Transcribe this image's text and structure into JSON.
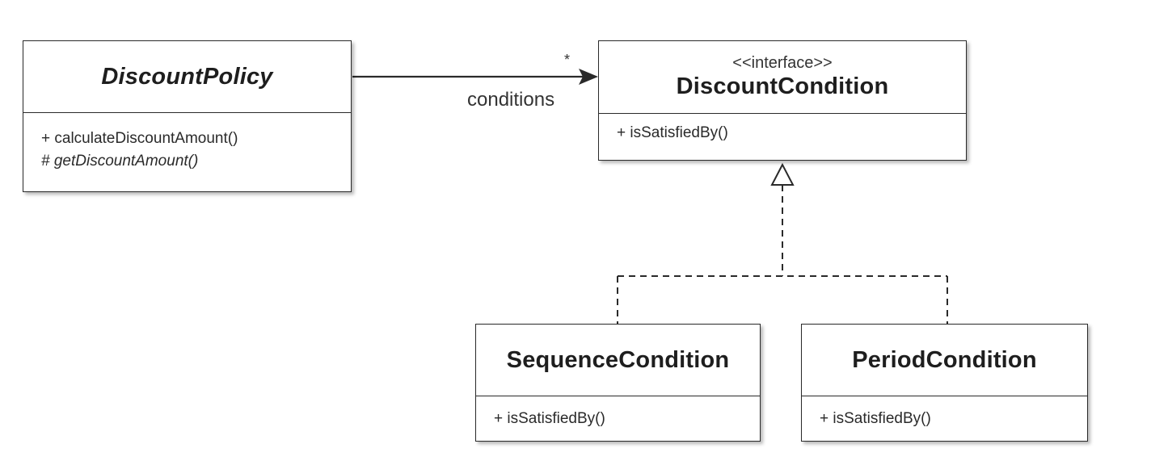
{
  "classes": {
    "discount_policy": {
      "name": "DiscountPolicy",
      "operations": [
        "+ calculateDiscountAmount()",
        "# getDiscountAmount()"
      ]
    },
    "discount_condition": {
      "stereotype": "<<interface>>",
      "name": "DiscountCondition",
      "operations": [
        "+ isSatisfiedBy()"
      ]
    },
    "sequence_condition": {
      "name": "SequenceCondition",
      "operations": [
        "+ isSatisfiedBy()"
      ]
    },
    "period_condition": {
      "name": "PeriodCondition",
      "operations": [
        "+ isSatisfiedBy()"
      ]
    }
  },
  "association": {
    "role_label": "conditions",
    "multiplicity": "*"
  }
}
